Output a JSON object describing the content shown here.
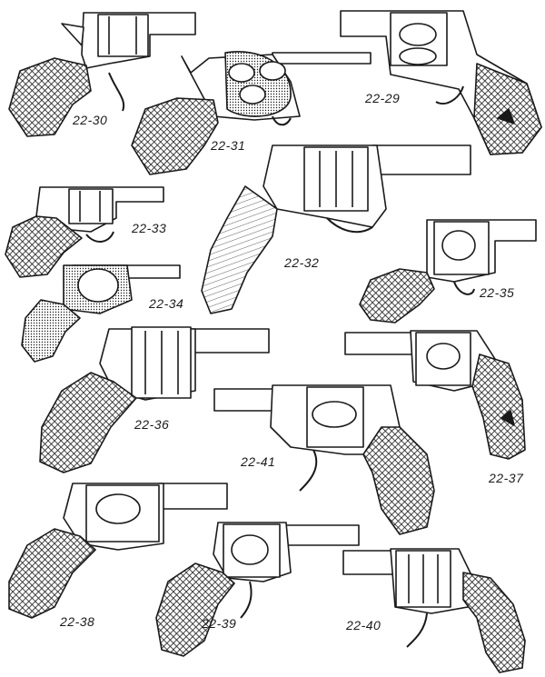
{
  "plate": {
    "ink_color": "#1a1a1a",
    "paper_color": "#ffffff",
    "figures": [
      {
        "id": "22-30",
        "label": "22-30",
        "subject": "revolver-line-drawing"
      },
      {
        "id": "22-31",
        "label": "22-31",
        "subject": "revolver-line-drawing"
      },
      {
        "id": "22-29",
        "label": "22-29",
        "subject": "revolver-line-drawing"
      },
      {
        "id": "22-33",
        "label": "22-33",
        "subject": "revolver-line-drawing"
      },
      {
        "id": "22-32",
        "label": "22-32",
        "subject": "revolver-line-drawing"
      },
      {
        "id": "22-34",
        "label": "22-34",
        "subject": "revolver-line-drawing"
      },
      {
        "id": "22-35",
        "label": "22-35",
        "subject": "revolver-line-drawing"
      },
      {
        "id": "22-36",
        "label": "22-36",
        "subject": "revolver-line-drawing"
      },
      {
        "id": "22-41",
        "label": "22-41",
        "subject": "revolver-line-drawing"
      },
      {
        "id": "22-37",
        "label": "22-37",
        "subject": "revolver-line-drawing"
      },
      {
        "id": "22-38",
        "label": "22-38",
        "subject": "revolver-line-drawing"
      },
      {
        "id": "22-39",
        "label": "22-39",
        "subject": "revolver-line-drawing"
      },
      {
        "id": "22-40",
        "label": "22-40",
        "subject": "revolver-line-drawing"
      }
    ]
  }
}
